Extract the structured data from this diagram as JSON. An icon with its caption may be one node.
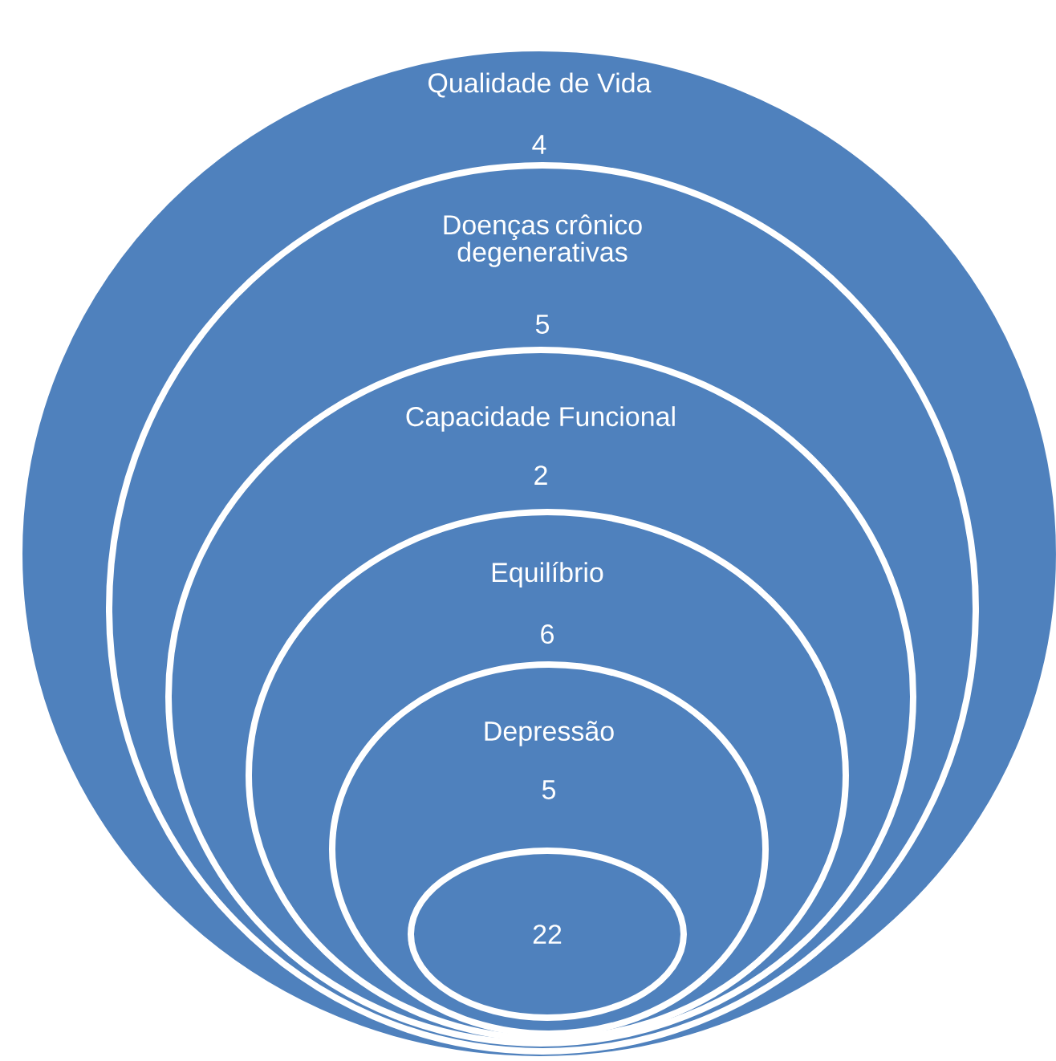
{
  "diagram": {
    "nodes": [
      {
        "text": [
          "Qualidade de Vida",
          "4"
        ]
      },
      {
        "text": [
          "Doenças crônico degenerativas",
          "5"
        ],
        "in": 0
      },
      {
        "text": [
          "Capacidade Funcional",
          "2"
        ],
        "in": 1
      },
      {
        "text": [
          "Equilíbrio",
          "6"
        ],
        "in": 2
      },
      {
        "text": [
          "Depressão",
          "5"
        ],
        "in": 3
      },
      {
        "text": [
          "22"
        ],
        "in": 4
      }
    ]
  }
}
